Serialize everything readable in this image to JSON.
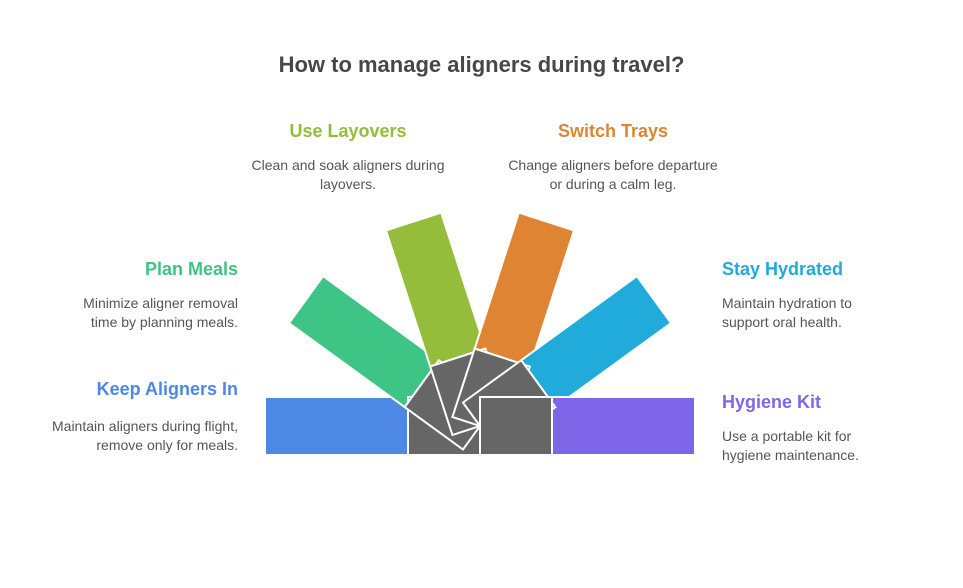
{
  "title": "How to manage aligners during travel?",
  "items": [
    {
      "label": "Keep Aligners In",
      "desc": "Maintain aligners during flight, remove only for meals.",
      "color": "#4E88E5"
    },
    {
      "label": "Plan Meals",
      "desc": "Minimize aligner removal time by planning meals.",
      "color": "#3EC484"
    },
    {
      "label": "Use Layovers",
      "desc": "Clean and soak aligners during layovers.",
      "color": "#93BD3A"
    },
    {
      "label": "Switch Trays",
      "desc": "Change aligners before departure or during a calm leg.",
      "color": "#DE8432"
    },
    {
      "label": "Stay Hydrated",
      "desc": "Maintain hydration to support oral health.",
      "color": "#20ABDA"
    },
    {
      "label": "Hygiene Kit",
      "desc": "Use a portable kit for hygiene maintenance.",
      "color": "#7F66E8"
    }
  ]
}
